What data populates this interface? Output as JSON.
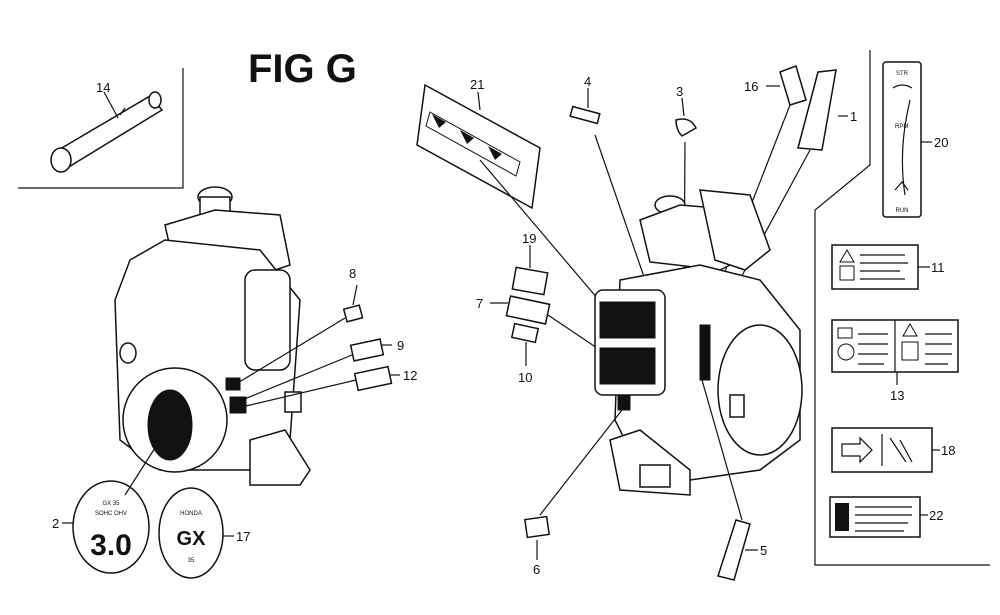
{
  "title": "FIG G",
  "callouts": {
    "p1": "1",
    "p2": "2",
    "p3": "3",
    "p4": "4",
    "p5": "5",
    "p6": "6",
    "p7": "7",
    "p8": "8",
    "p9": "9",
    "p10": "10",
    "p11": "11",
    "p12": "12",
    "p13": "13",
    "p14": "14",
    "p16": "16",
    "p17": "17",
    "p18": "18",
    "p19": "19",
    "p20": "20",
    "p21": "21",
    "p22": "22"
  },
  "badge2": {
    "line1": "GX 35",
    "line2": "SOHC OHV",
    "line3": "3.0"
  },
  "badge17": {
    "line1": "HONDA",
    "line2": "GX",
    "line3": "35"
  },
  "label20": {
    "top": "STR",
    "mid": "RPM",
    "bottom": "RUN"
  }
}
